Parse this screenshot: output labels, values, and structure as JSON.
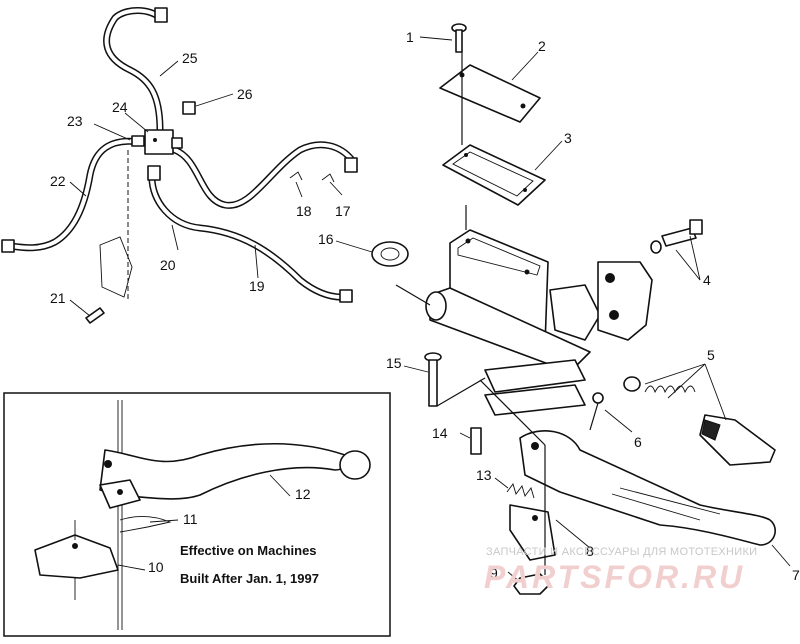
{
  "diagram": {
    "callouts": [
      "1",
      "2",
      "3",
      "4",
      "5",
      "6",
      "7",
      "8",
      "9",
      "10",
      "11",
      "12",
      "13",
      "14",
      "15",
      "16",
      "17",
      "18",
      "19",
      "20",
      "21",
      "22",
      "23",
      "24",
      "25",
      "26"
    ],
    "inset_note": {
      "line1": "Effective on Machines",
      "line2": "Built After Jan. 1, 1997"
    }
  },
  "watermark": {
    "tagline": "ЗАПЧАСТИ И АКСЕССУАРЫ ДЛЯ МОТОТЕХНИКИ",
    "brand": "PARTSFOR.RU"
  }
}
